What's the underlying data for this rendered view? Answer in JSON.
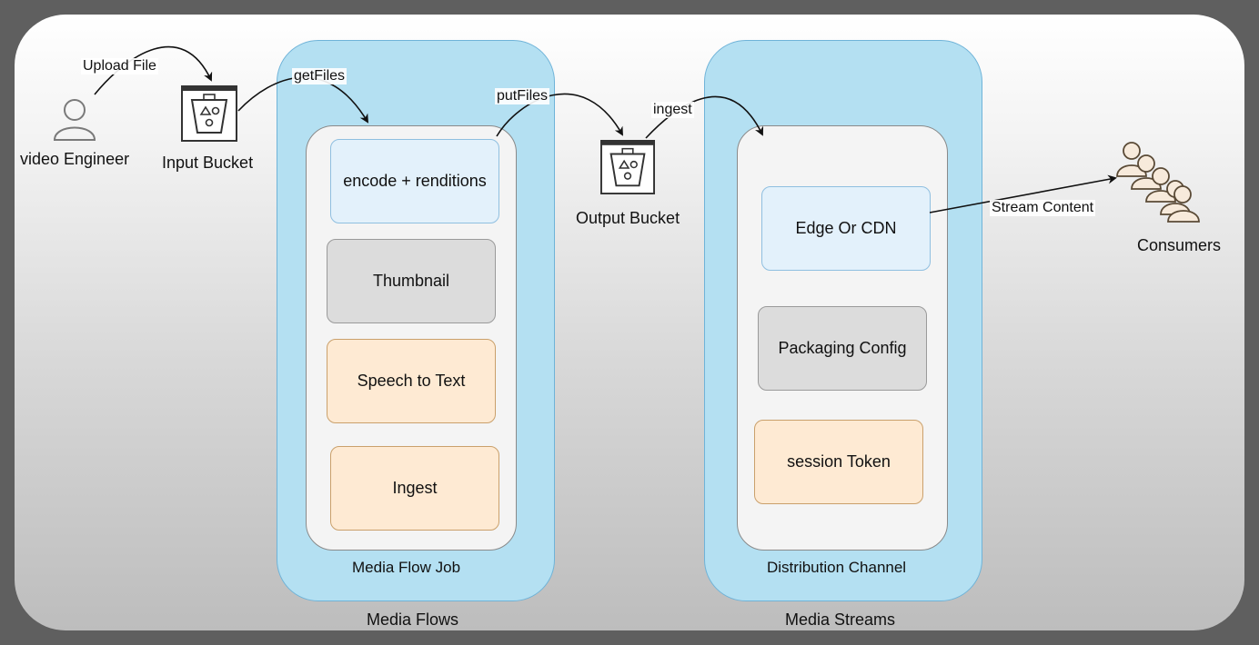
{
  "actors": {
    "engineer": "video Engineer",
    "consumers": "Consumers"
  },
  "buckets": {
    "input": "Input Bucket",
    "output": "Output Bucket"
  },
  "media_flows": {
    "outer_label": "Media Flows",
    "inner_label": "Media Flow Job",
    "steps": [
      "encode + renditions",
      "Thumbnail",
      "Speech to Text",
      "Ingest"
    ]
  },
  "media_streams": {
    "outer_label": "Media Streams",
    "inner_label": "Distribution Channel",
    "steps": [
      "Edge Or CDN",
      "Packaging Config",
      "session Token"
    ]
  },
  "edges": {
    "upload": "Upload File",
    "get": "getFiles",
    "put": "putFiles",
    "ingest": "ingest",
    "stream": "Stream Content"
  },
  "colors": {
    "group_fill": "#b4e0f2",
    "step_blue": "#e3f1fb",
    "step_gray": "#dcdcdc",
    "step_orange": "#feead3"
  },
  "icons": {
    "engineer": "user-icon",
    "buckets": "bucket-icon",
    "consumers": "users-group-icon"
  }
}
